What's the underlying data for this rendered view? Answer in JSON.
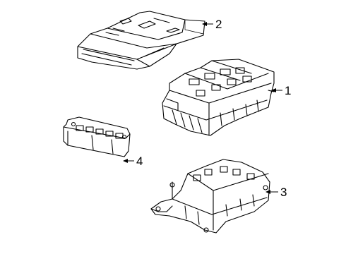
{
  "callouts": [
    {
      "number": "1"
    },
    {
      "number": "2"
    },
    {
      "number": "3"
    },
    {
      "number": "4"
    }
  ]
}
